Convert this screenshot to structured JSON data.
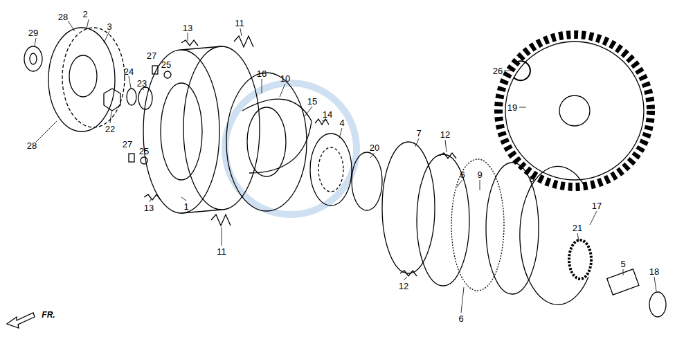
{
  "diagram": {
    "labels": [
      "28",
      "2",
      "3",
      "29",
      "27",
      "25",
      "24",
      "23",
      "22",
      "28",
      "13",
      "11",
      "16",
      "10",
      "15",
      "14",
      "4",
      "20",
      "27",
      "25",
      "13",
      "1",
      "11",
      "7",
      "12",
      "6",
      "9",
      "8",
      "12",
      "6",
      "17",
      "21",
      "5",
      "18",
      "26",
      "19",
      "FR."
    ]
  }
}
